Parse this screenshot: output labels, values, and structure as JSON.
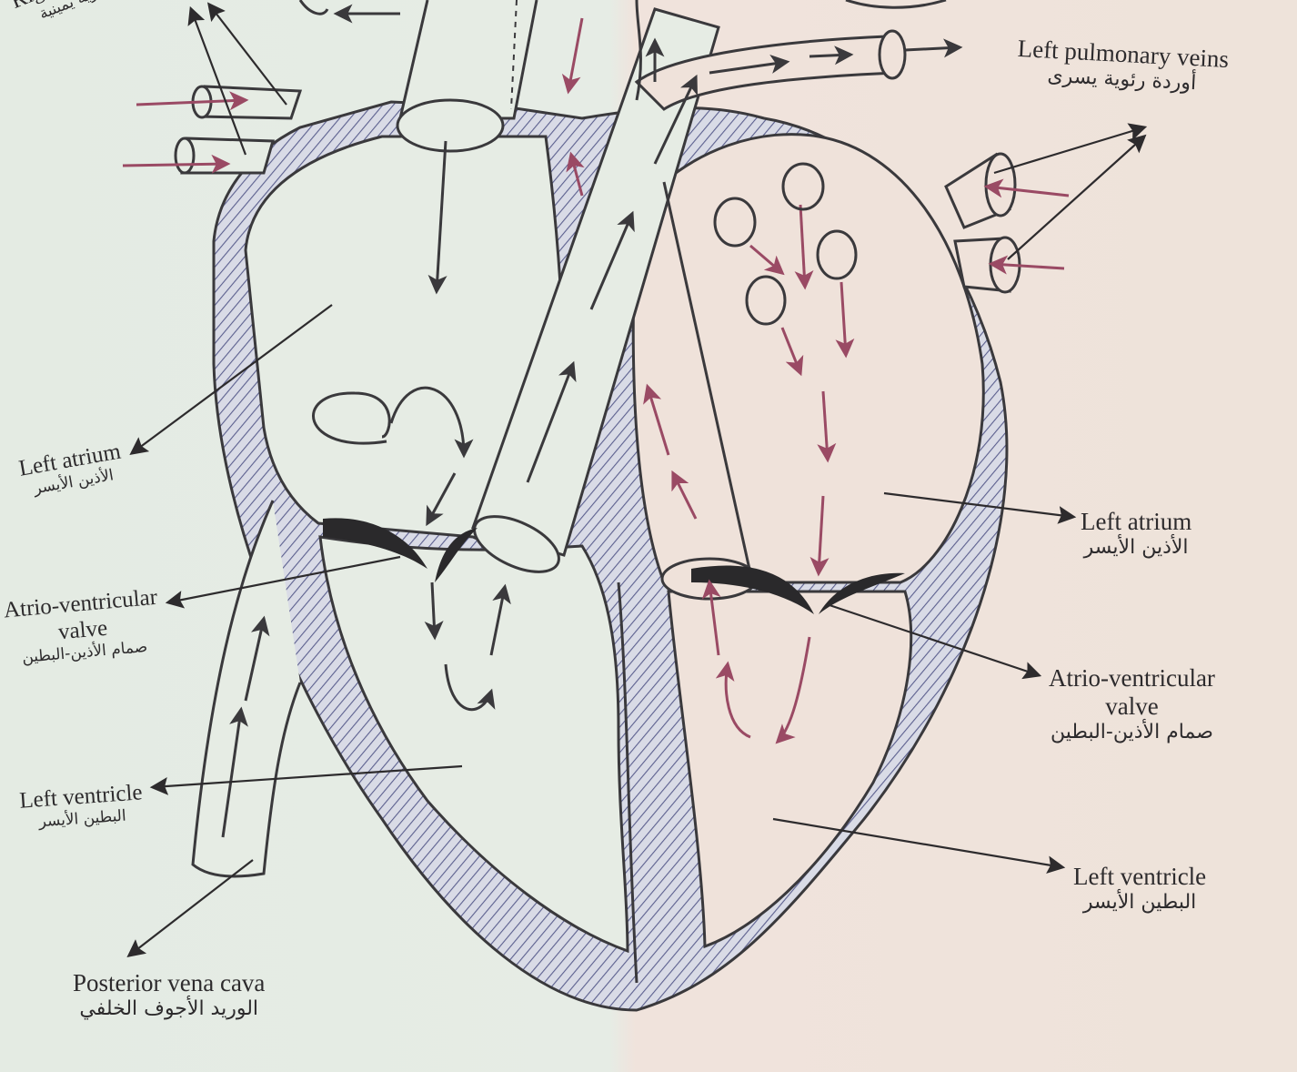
{
  "labels": {
    "top_left": {
      "en": "Right pulmonary",
      "ar": "أوردة رئوية يمينية"
    },
    "left_atrium_left": {
      "en": "Left atrium",
      "ar": "الأذين الأيسر"
    },
    "av_valve_left": {
      "en1": "Atrio-ventricular",
      "en2": "valve",
      "ar": "صمام الأذين-البطين"
    },
    "left_ventricle_left": {
      "en": "Left ventricle",
      "ar": "البطين الأيسر"
    },
    "posterior_vena_cava": {
      "en": "Posterior vena cava",
      "ar": "الوريد الأجوف الخلفي"
    },
    "left_pulmonary_veins": {
      "en": "Left pulmonary veins",
      "ar": "أوردة رئوية يسرى"
    },
    "left_atrium_right": {
      "en": "Left atrium",
      "ar": "الأذين الأيسر"
    },
    "av_valve_right": {
      "en1": "Atrio-ventricular",
      "en2": "valve",
      "ar": "صمام الأذين-البطين"
    },
    "left_ventricle_right": {
      "en": "Left ventricle",
      "ar": "البطين الأيسر"
    }
  },
  "colors": {
    "paper_left": "#e6ece4",
    "paper_right": "#efe2da",
    "ink": "#3a393c",
    "wall_hatch": "#5b5f8e",
    "oxygenated_arrow": "#9a4a64"
  }
}
